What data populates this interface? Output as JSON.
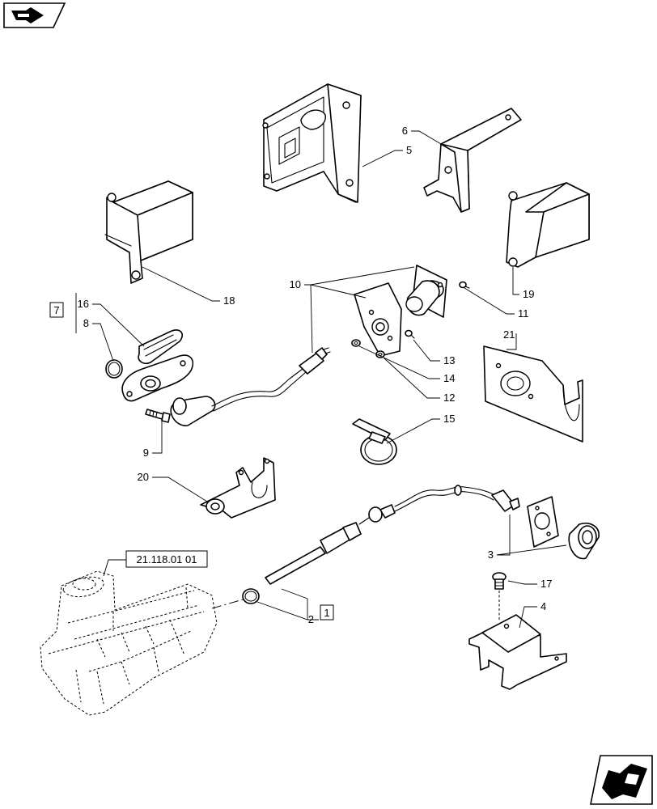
{
  "icons": {
    "top_left": "arrow-right-icon",
    "bottom_right": "arrow-left-icon"
  },
  "callouts": {
    "c1": "1",
    "c2": "2",
    "c3": "3",
    "c4": "4",
    "c5": "5",
    "c6": "6",
    "c7": "7",
    "c8": "8",
    "c9": "9",
    "c10": "10",
    "c11": "11",
    "c12": "12",
    "c13": "13",
    "c14": "14",
    "c15": "15",
    "c16": "16",
    "c17": "17",
    "c18": "18",
    "c19": "19",
    "c20": "20",
    "c21": "21"
  },
  "reference": "21.118.01 01"
}
